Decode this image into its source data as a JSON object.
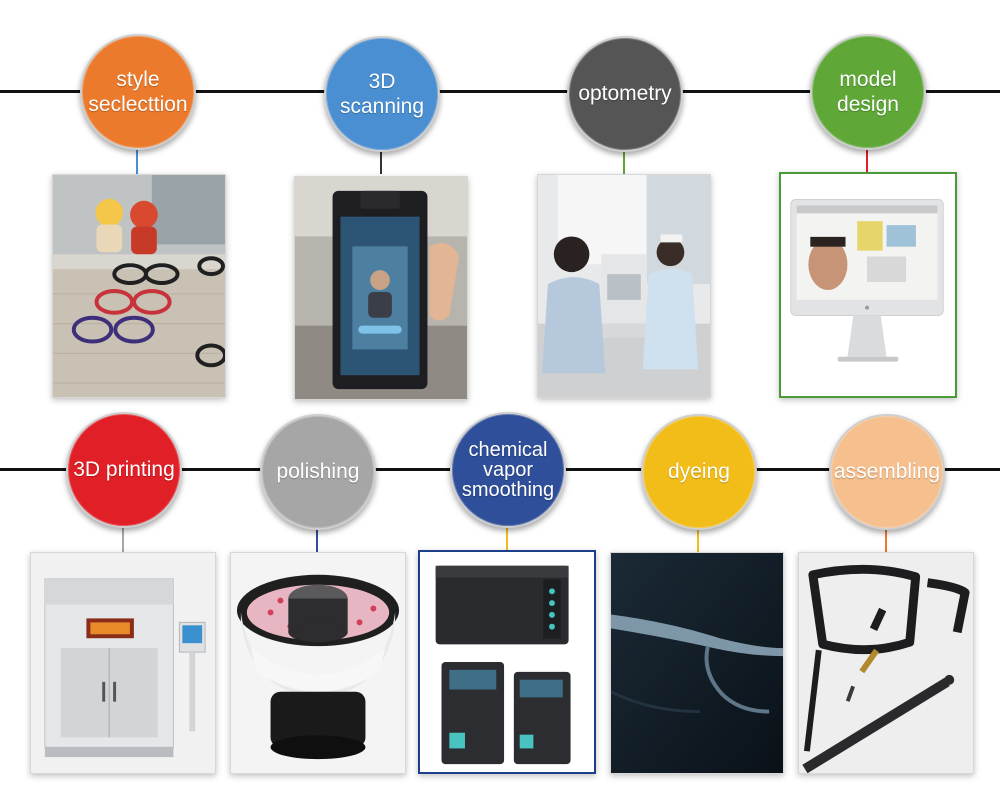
{
  "steps_row1": [
    {
      "id": "style",
      "label": "style seclecttion",
      "color": "#ec7a2c"
    },
    {
      "id": "scanning",
      "label": "3D scanning",
      "color": "#4a8fd1"
    },
    {
      "id": "optometry",
      "label": "optometry",
      "color": "#555555"
    },
    {
      "id": "model",
      "label": "model design",
      "color": "#5fa838"
    }
  ],
  "steps_row2": [
    {
      "id": "printing",
      "label": "3D printing",
      "color": "#e11f26"
    },
    {
      "id": "polishing",
      "label": "polishing",
      "color": "#a6a6a6"
    },
    {
      "id": "cvs",
      "label": "chemical vapor smoothing",
      "color": "#2f4f9a"
    },
    {
      "id": "dyeing",
      "label": "dyeing",
      "color": "#f3bd19"
    },
    {
      "id": "assembling",
      "label": "assembling",
      "color": "#f6c08e"
    }
  ],
  "colors": {
    "connector_style": "#4a8fd1",
    "connector_scanning": "#333333",
    "connector_optometry": "#5fa838",
    "connector_model": "#e11f26",
    "connector_printing": "#a6a6a6",
    "connector_polishing": "#2f4f9a",
    "connector_cvs": "#f3bd19",
    "connector_dyeing": "#f3bd19",
    "connector_assembling": "#ec7a2c"
  }
}
